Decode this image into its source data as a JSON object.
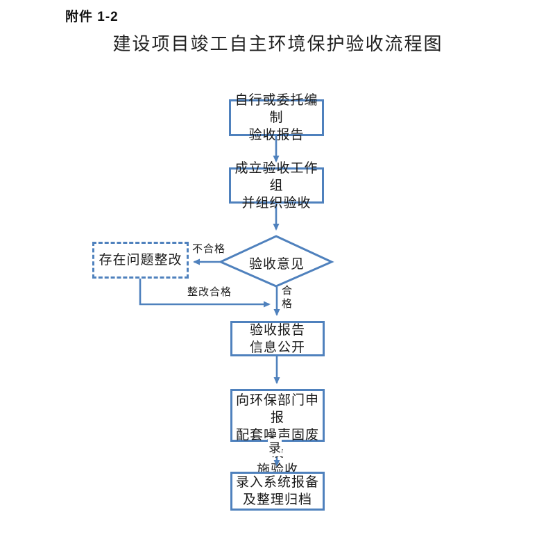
{
  "page": {
    "attachment_label": "附件 1-2",
    "title": "建设项目竣工自主环境保护验收流程图"
  },
  "flowchart": {
    "accent_color": "#4f81bd",
    "text_color": "#1a1a1a",
    "nodes": {
      "compile": {
        "shape": "rect",
        "label": "自行或委托编制\n验收报告"
      },
      "workgroup": {
        "shape": "rect",
        "label": "成立验收工作组\n并组织验收"
      },
      "decision": {
        "shape": "diamond",
        "label": "验收意见"
      },
      "rectify": {
        "shape": "rect-dashed",
        "label": "存在问题整改"
      },
      "publish": {
        "shape": "rect",
        "label": "验收报告\n信息公开"
      },
      "declare": {
        "shape": "rect",
        "label": "向环保部门申报\n配套噪声固废设\n施验收",
        "overflow_char": "录"
      },
      "archive": {
        "shape": "rect",
        "label": "录入系统报备\n及整理归档"
      }
    },
    "edge_labels": {
      "fail": "不合格",
      "rectified_pass": "整改合格",
      "pass": "合\n格"
    }
  }
}
